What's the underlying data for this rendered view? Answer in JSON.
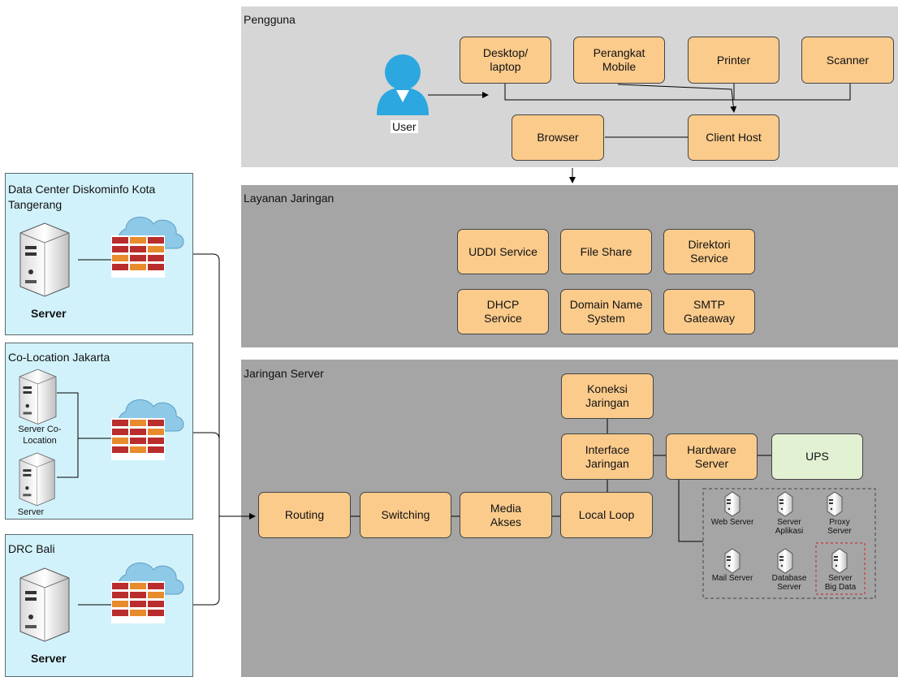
{
  "sections": {
    "pengguna": {
      "title": "Pengguna"
    },
    "layanan": {
      "title": "Layanan Jaringan"
    },
    "server": {
      "title": "Jaringan Server"
    }
  },
  "user": {
    "label": "User"
  },
  "pengguna_nodes": {
    "desktop": "Desktop/\nlaptop",
    "mobile": "Perangkat\nMobile",
    "printer": "Printer",
    "scanner": "Scanner",
    "browser": "Browser",
    "client_host": "Client Host"
  },
  "layanan_nodes": {
    "uddi": "UDDI Service",
    "fileshare": "File Share",
    "direktori": "Direktori\nService",
    "dhcp": "DHCP\nService",
    "dns": "Domain Name\nSystem",
    "smtp": "SMTP\nGateaway"
  },
  "server_nodes": {
    "koneksi": "Koneksi\nJaringan",
    "interface": "Interface\nJaringan",
    "hardware": "Hardware\nServer",
    "ups": "UPS",
    "routing": "Routing",
    "switching": "Switching",
    "media": "Media\nAkses",
    "localloop": "Local Loop"
  },
  "server_group": {
    "web": "Web Server",
    "aplikasi": "Server\nAplikasi",
    "proxy": "Proxy\nServer",
    "mail": "Mail Server",
    "database": "Database\nServer",
    "bigdata": "Server\nBig Data"
  },
  "sites": {
    "datacenter": {
      "title": "Data Center Diskominfo Kota\nTangerang",
      "server_label": "Server"
    },
    "colocation": {
      "title": "Co-Location Jakarta",
      "server1_label": "Server Co-\nLocation",
      "server2_label": "Server"
    },
    "drc": {
      "title": "DRC Bali",
      "server_label": "Server"
    }
  },
  "colors": {
    "node": "#fbcb8c",
    "ups": "#e3f1d3",
    "site_bg": "#d2f2fb",
    "panel_light": "#d6d6d6",
    "panel_dark": "#a5a5a5"
  }
}
